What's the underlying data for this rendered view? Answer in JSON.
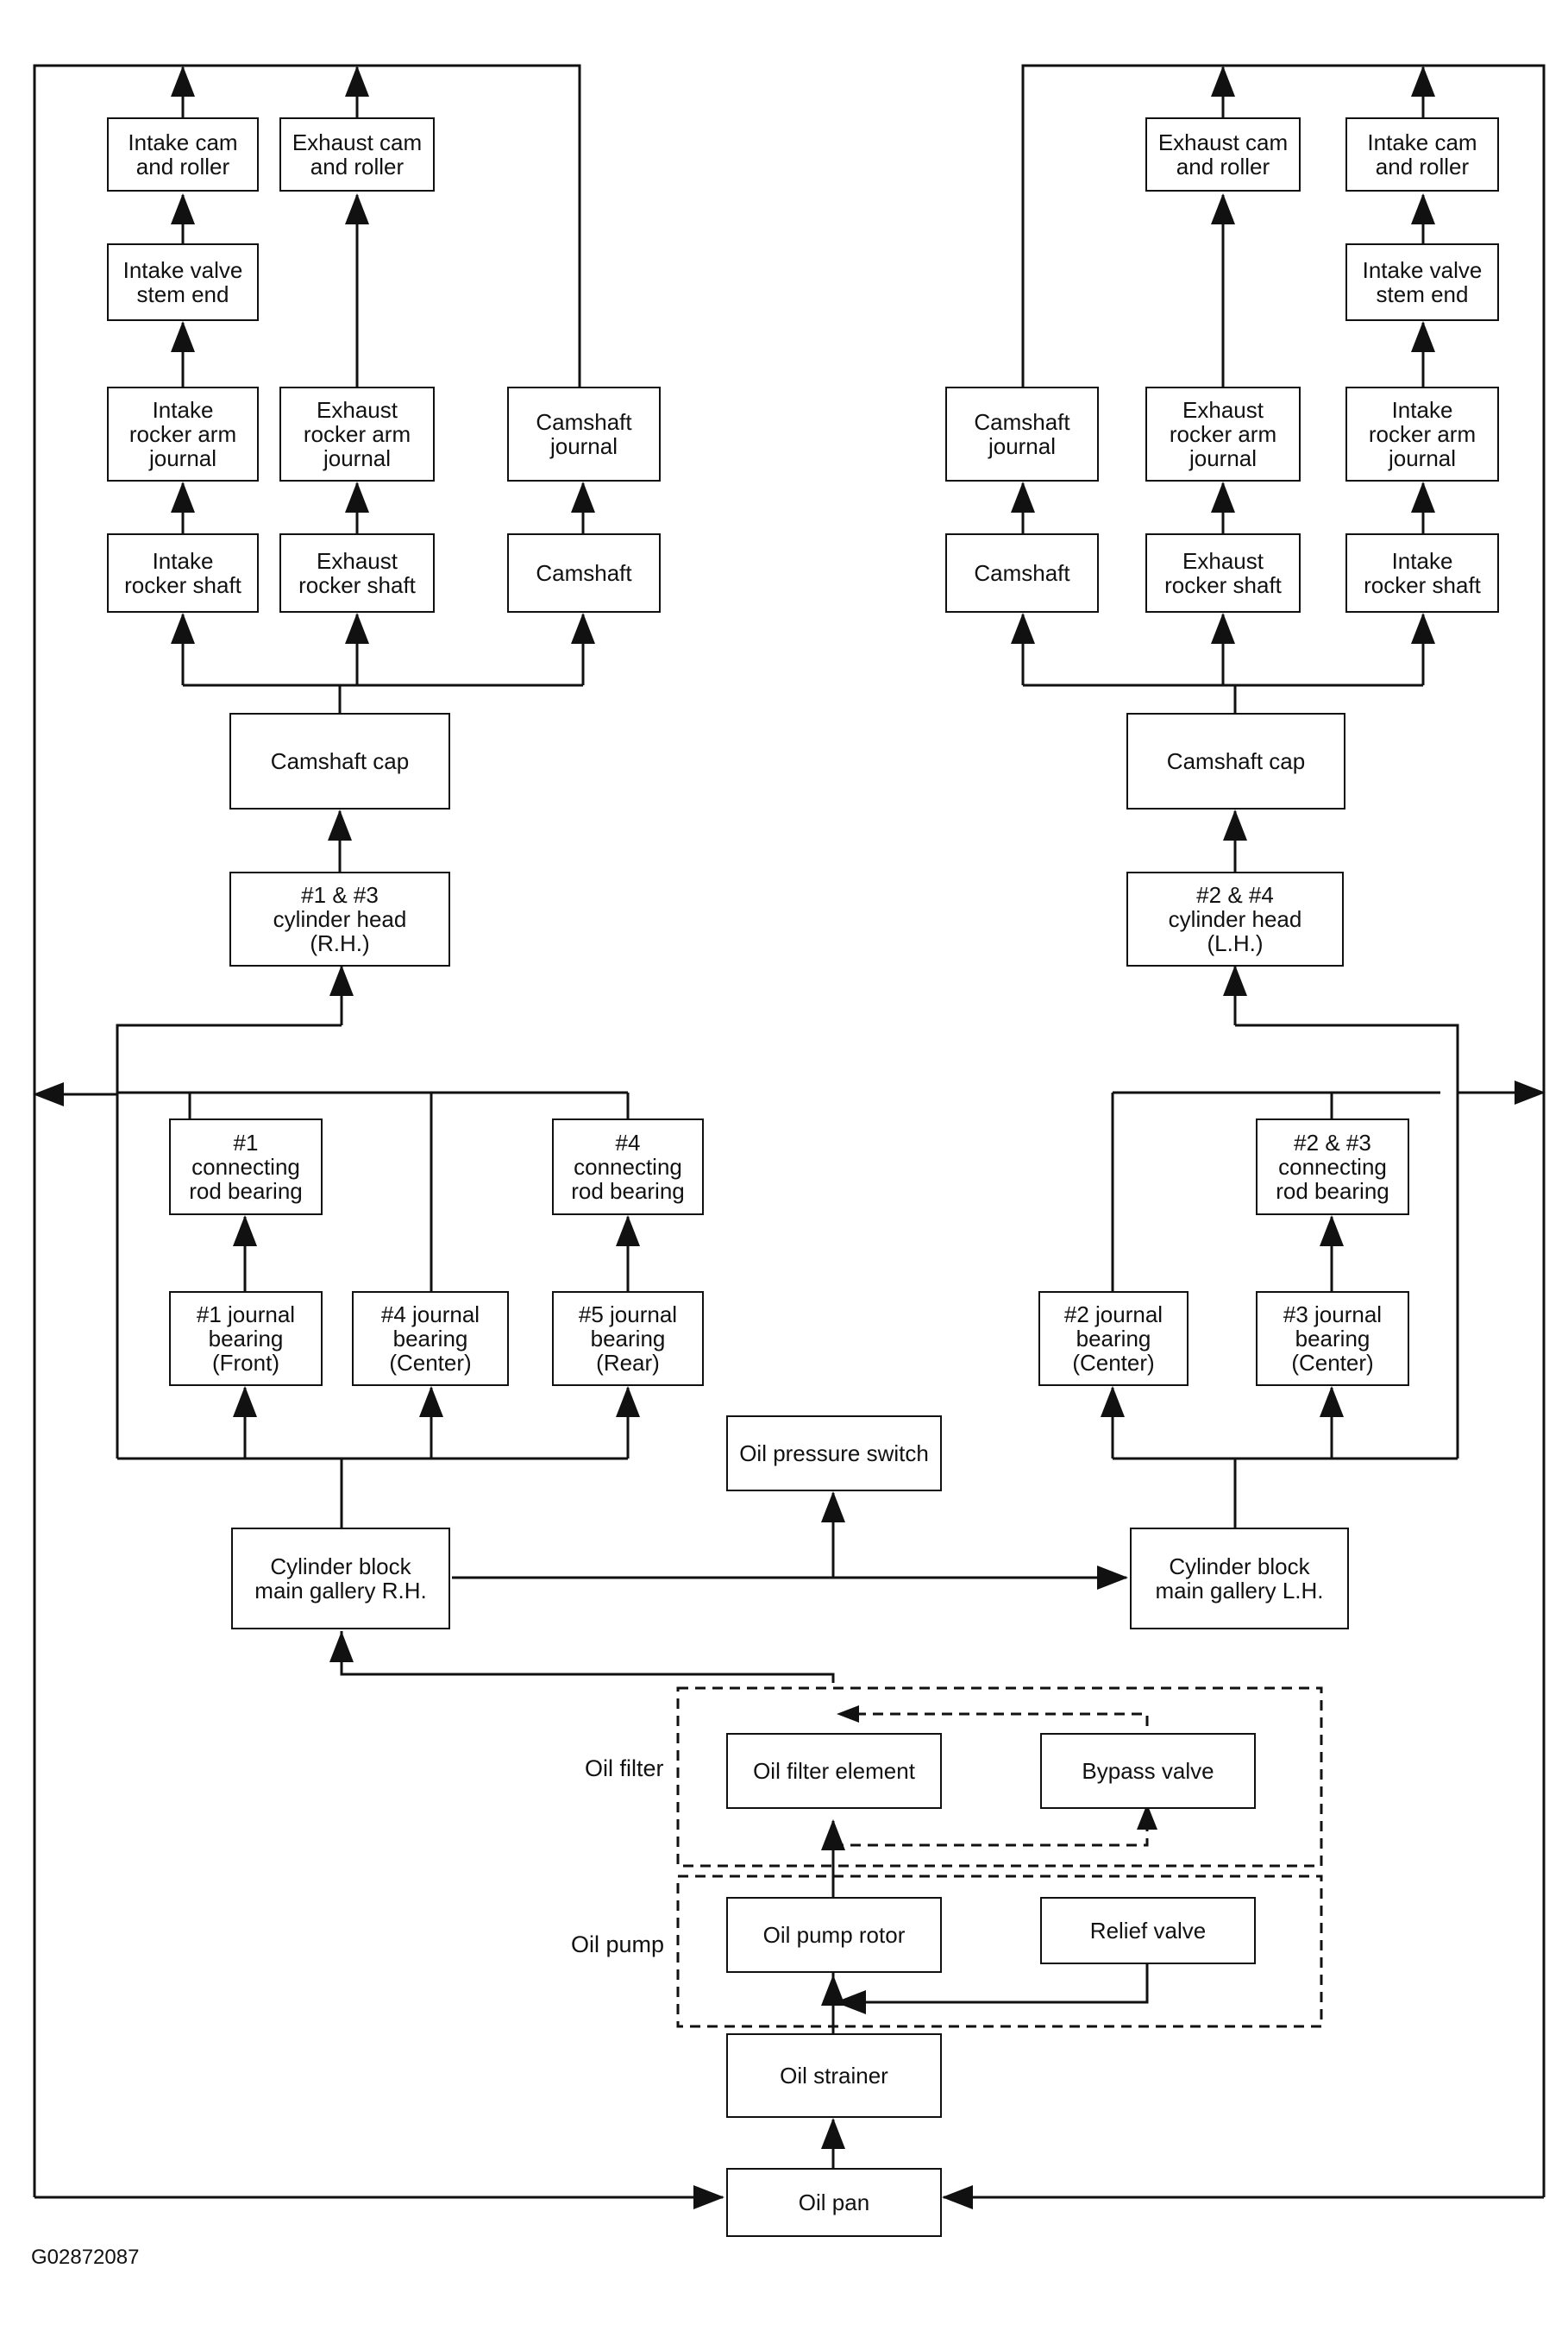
{
  "boxes": {
    "r_intake_cam": "Intake cam\nand roller",
    "r_exhaust_cam": "Exhaust cam\nand roller",
    "r_intake_valve": "Intake valve\nstem end",
    "r_intake_rocker_journal": "Intake\nrocker arm\njournal",
    "r_exhaust_rocker_journal": "Exhaust\nrocker arm\njournal",
    "r_camshaft_journal": "Camshaft\njournal",
    "r_intake_shaft": "Intake\nrocker shaft",
    "r_exhaust_shaft": "Exhaust\nrocker shaft",
    "r_camshaft": "Camshaft",
    "r_camshaft_cap": "Camshaft cap",
    "r_cyl_head": "#1 & #3\ncylinder head\n(R.H.)",
    "l_exhaust_cam": "Exhaust cam\nand roller",
    "l_intake_cam": "Intake cam\nand roller",
    "l_intake_valve": "Intake valve\nstem end",
    "l_camshaft_journal": "Camshaft\njournal",
    "l_exhaust_rocker_journal": "Exhaust\nrocker arm\njournal",
    "l_intake_rocker_journal": "Intake\nrocker arm\njournal",
    "l_camshaft": "Camshaft",
    "l_exhaust_shaft": "Exhaust\nrocker shaft",
    "l_intake_shaft": "Intake\nrocker shaft",
    "l_camshaft_cap": "Camshaft cap",
    "l_cyl_head": "#2 & #4\ncylinder head\n(L.H.)",
    "rod1": "#1\nconnecting\nrod bearing",
    "rod4": "#4\nconnecting\nrod bearing",
    "rod23": "#2 & #3\nconnecting\nrod bearing",
    "jb1": "#1 journal\nbearing\n(Front)",
    "jb4": "#4 journal\nbearing\n(Center)",
    "jb5": "#5 journal\nbearing\n(Rear)",
    "jb2": "#2 journal\nbearing\n(Center)",
    "jb3": "#3 journal\nbearing\n(Center)",
    "oil_pressure_switch": "Oil pressure switch",
    "gallery_rh": "Cylinder block\nmain gallery R.H.",
    "gallery_lh": "Cylinder block\nmain gallery L.H.",
    "oil_filter_element": "Oil filter element",
    "bypass_valve": "Bypass valve",
    "oil_pump_rotor": "Oil pump rotor",
    "relief_valve": "Relief valve",
    "oil_strainer": "Oil strainer",
    "oil_pan": "Oil pan"
  },
  "labels": {
    "oil_filter": "Oil filter",
    "oil_pump": "Oil pump"
  },
  "figure_code": "G02872087"
}
